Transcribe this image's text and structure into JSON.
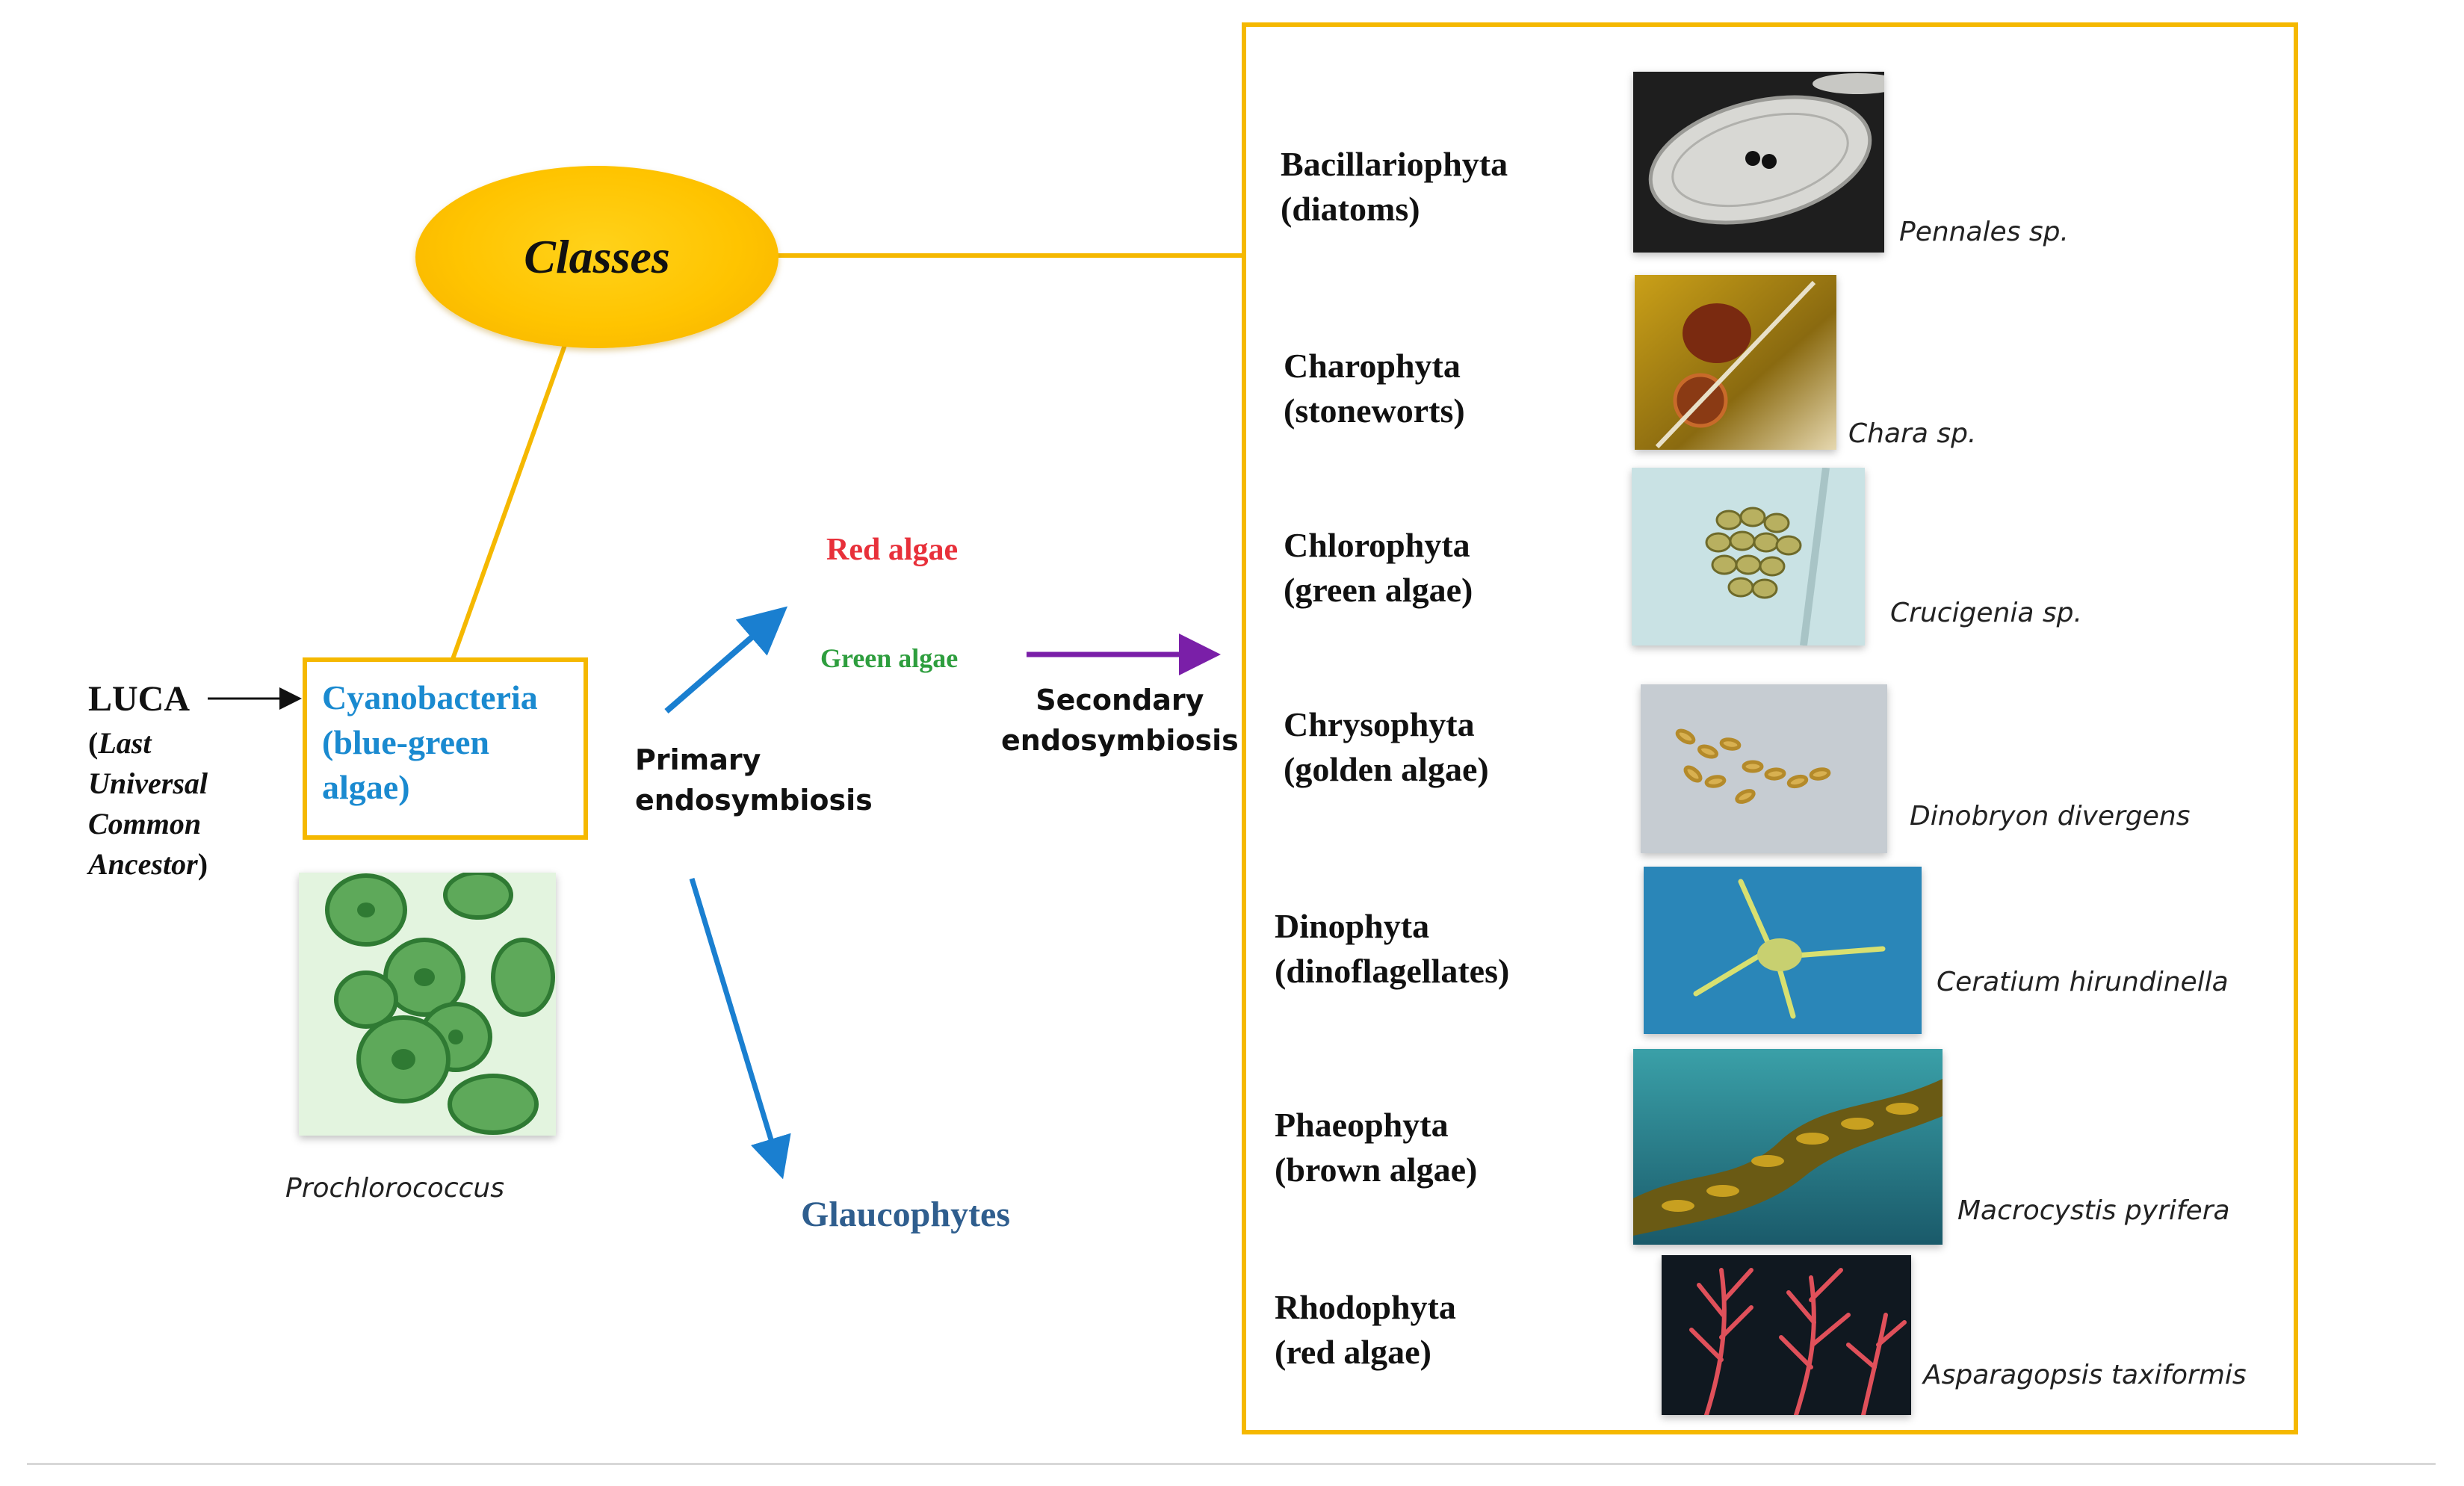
{
  "diagram": {
    "hub": {
      "label": "Classes"
    },
    "origin": {
      "luca": "LUCA",
      "luca_open": "(",
      "luca_full": "Last Universal Common Ancestor",
      "luca_close": ")"
    },
    "cyanobacteria": {
      "line1": "Cyanobacteria",
      "line2": "(blue-green",
      "line3": "algae)"
    },
    "cyanobacteria_example": "Prochlorococcus",
    "primary": {
      "line1": "Primary",
      "line2": "endosymbiosis"
    },
    "secondary": {
      "line1": "Secondary",
      "line2": "endosymbiosis"
    },
    "red_algae": "Red algae",
    "green_algae": "Green algae",
    "glaucophytes": "Glaucophytes",
    "classes": [
      {
        "name": "Bacillariophyta",
        "common": "(diatoms)",
        "species": "Pennales sp."
      },
      {
        "name": "Charophyta",
        "common": "(stoneworts)",
        "species": "Chara sp."
      },
      {
        "name": "Chlorophyta",
        "common": "(green algae)",
        "species": "Crucigenia sp."
      },
      {
        "name": "Chrysophyta",
        "common": "(golden algae)",
        "species": "Dinobryon divergens"
      },
      {
        "name": "Dinophyta",
        "common": "(dinoflagellates)",
        "species": "Ceratium hirundinella"
      },
      {
        "name": "Phaeophyta",
        "common": "(brown algae)",
        "species": "Macrocystis pyrifera"
      },
      {
        "name": "Rhodophyta",
        "common": "(red algae)",
        "species": "Asparagopsis taxiformis"
      }
    ],
    "colors": {
      "frame": "#f5b800",
      "cyano_text": "#1a8ad0",
      "red_algae": "#e8303a",
      "green_algae": "#2e9e3e",
      "glaucophytes": "#2f5e8e",
      "arrow_blue": "#1a7fd0",
      "arrow_purple": "#7a1fa8"
    }
  }
}
